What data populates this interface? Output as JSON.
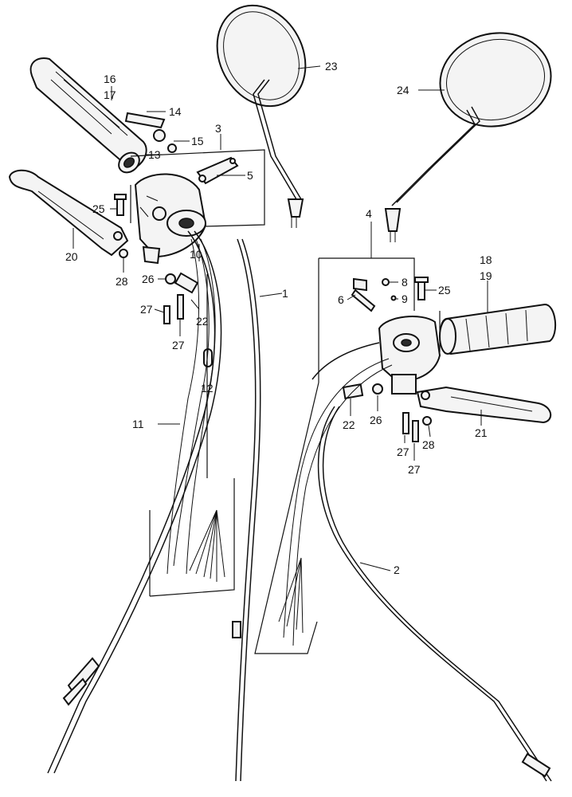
{
  "callouts": [
    {
      "id": "c1",
      "text": "1"
    },
    {
      "id": "c2",
      "text": "2"
    },
    {
      "id": "c3",
      "text": "3"
    },
    {
      "id": "c4",
      "text": "4"
    },
    {
      "id": "c5",
      "text": "5"
    },
    {
      "id": "c6",
      "text": "6"
    },
    {
      "id": "c8",
      "text": "8"
    },
    {
      "id": "c9",
      "text": "9"
    },
    {
      "id": "c10",
      "text": "10"
    },
    {
      "id": "c11",
      "text": "11"
    },
    {
      "id": "c12",
      "text": "12"
    },
    {
      "id": "c13",
      "text": "13"
    },
    {
      "id": "c14",
      "text": "14"
    },
    {
      "id": "c15",
      "text": "15"
    },
    {
      "id": "c16",
      "text": "16"
    },
    {
      "id": "c17",
      "text": "17"
    },
    {
      "id": "c18",
      "text": "18"
    },
    {
      "id": "c19",
      "text": "19"
    },
    {
      "id": "c20",
      "text": "20"
    },
    {
      "id": "c21",
      "text": "21"
    },
    {
      "id": "c22a",
      "text": "22"
    },
    {
      "id": "c22b",
      "text": "22"
    },
    {
      "id": "c23",
      "text": "23"
    },
    {
      "id": "c24",
      "text": "24"
    },
    {
      "id": "c25a",
      "text": "25"
    },
    {
      "id": "c25b",
      "text": "25"
    },
    {
      "id": "c26a",
      "text": "26"
    },
    {
      "id": "c26b",
      "text": "26"
    },
    {
      "id": "c27a",
      "text": "27"
    },
    {
      "id": "c27b",
      "text": "27"
    },
    {
      "id": "c27c",
      "text": "27"
    },
    {
      "id": "c27d",
      "text": "27"
    },
    {
      "id": "c28a",
      "text": "28"
    },
    {
      "id": "c28b",
      "text": "28"
    }
  ]
}
